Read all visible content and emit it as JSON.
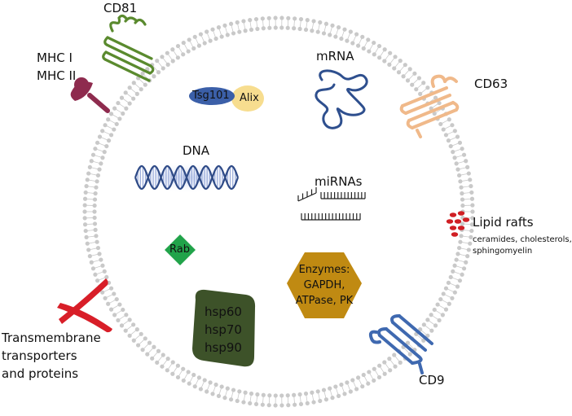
{
  "labels": {
    "cd81": "CD81",
    "mhc1": "MHC I",
    "mhc2": "MHC II",
    "mrna": "mRNA",
    "cd63": "CD63",
    "tsg101": "Tsg101",
    "alix": "Alix",
    "dna": "DNA",
    "mirnas": "miRNAs",
    "lipid_rafts": "Lipid rafts",
    "lipid_rafts_sub1": "ceramides, cholesterols,",
    "lipid_rafts_sub2": "sphingomyelin",
    "rab": "Rab",
    "enzymes": [
      "Enzymes:",
      "GAPDH,",
      "ATPase, PK"
    ],
    "hsp": [
      "hsp60",
      "hsp70",
      "hsp90"
    ],
    "transmembrane": [
      "Transmembrane",
      "transporters",
      "and proteins"
    ],
    "cd9": "CD9"
  },
  "colors": {
    "membrane": "#c9c9c9",
    "cd81": "#5a8a2e",
    "mhc": "#8e2b4e",
    "mrna": "#2e4f8e",
    "cd63": "#f0b98a",
    "tsg101": "#3b5fa8",
    "alix": "#f7dd8f",
    "dna": "#2f4b87",
    "rab": "#21a34a",
    "enzymes": "#c08a12",
    "hsp": "#3d5229",
    "lipid_rafts": "#d01f24",
    "transporter": "#d81e28",
    "cd9": "#3f69b0"
  }
}
